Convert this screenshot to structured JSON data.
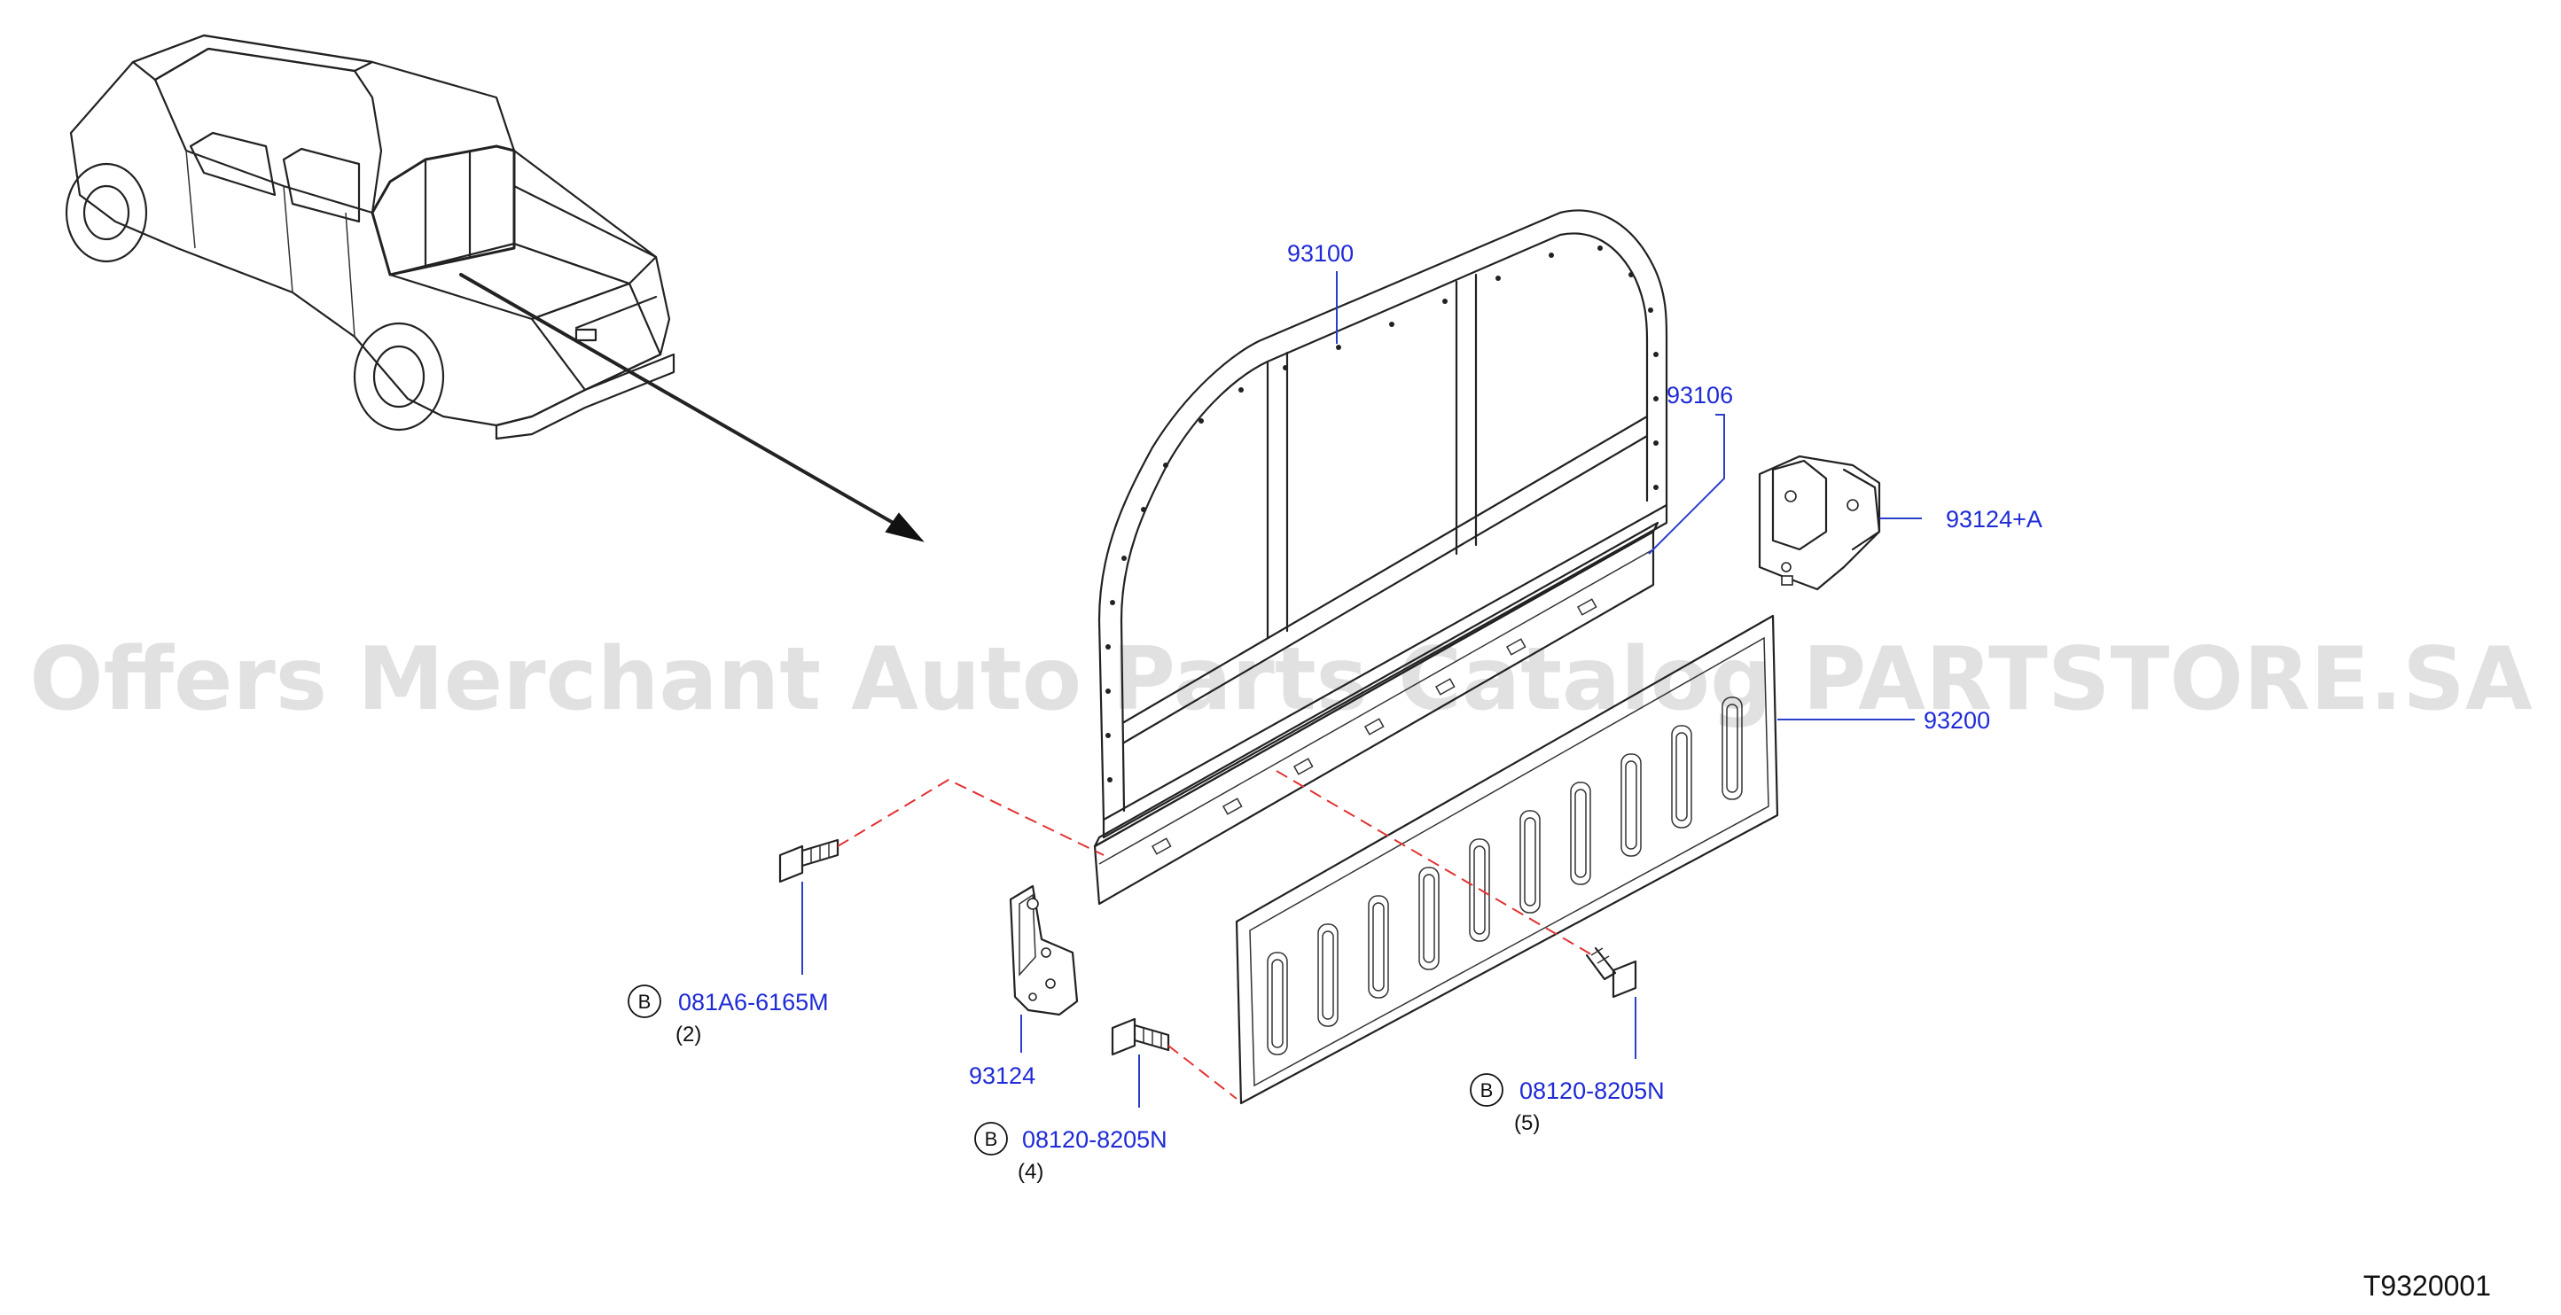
{
  "watermark": "Offers Merchant Auto Parts Catalog PARTSTORE.SA",
  "diagram_code": "T9320001",
  "colors": {
    "label": "#1f2bd6",
    "leader": "#2a3fc9",
    "dash_line": "#e23232",
    "line": "#222222"
  },
  "parts": {
    "p93100": {
      "label": "93100"
    },
    "p93106": {
      "label": "93106"
    },
    "p93124a": {
      "label": "93124+A"
    },
    "p93200": {
      "label": "93200"
    },
    "p93124": {
      "label": "93124"
    }
  },
  "fasteners": [
    {
      "badge": "B",
      "code": "081A6-6165M",
      "qty": "(2)"
    },
    {
      "badge": "B",
      "code": "08120-8205N",
      "qty": "(4)"
    },
    {
      "badge": "B",
      "code": "08120-8205N",
      "qty": "(5)"
    }
  ]
}
